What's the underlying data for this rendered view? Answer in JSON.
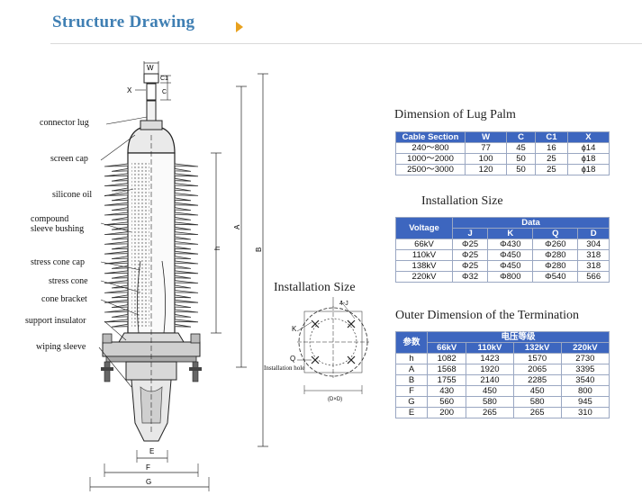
{
  "header": {
    "title": "Structure Drawing"
  },
  "drawing": {
    "labels": [
      "connector lug",
      "screen cap",
      "silicone oil",
      "compound",
      "sleeve bushing",
      "stress cone cap",
      "stress cone",
      "cone bracket",
      "support insulator",
      "wiping sleeve"
    ],
    "dims": {
      "W": "W",
      "C1": "C1",
      "C": "C",
      "X": "X",
      "h": "h",
      "A": "A",
      "B": "B",
      "E": "E",
      "F": "F",
      "G": "G"
    }
  },
  "installation_drawing": {
    "title": "Installation Size",
    "labels": {
      "fourJ": "4-J",
      "K": "K",
      "Q": "Q",
      "hole": "Installation hole",
      "dxd": "(D×D)"
    }
  },
  "lug_palm": {
    "title": "Dimension of Lug Palm",
    "headers": [
      "Cable Section",
      "W",
      "C",
      "C1",
      "X"
    ],
    "rows": [
      [
        "240～800",
        "77",
        "45",
        "16",
        "ɸ14"
      ],
      [
        "1000～2000",
        "100",
        "50",
        "25",
        "ɸ18"
      ],
      [
        "2500～3000",
        "120",
        "50",
        "25",
        "ɸ18"
      ]
    ]
  },
  "installation_size": {
    "title": "Installation Size",
    "voltage_label": "Voltage",
    "data_label": "Data",
    "headers": [
      "J",
      "K",
      "Q",
      "D"
    ],
    "rows": [
      [
        "66kV",
        "Φ25",
        "Φ430",
        "Φ260",
        "304"
      ],
      [
        "110kV",
        "Φ25",
        "Φ450",
        "Φ280",
        "318"
      ],
      [
        "138kV",
        "Φ25",
        "Φ450",
        "Φ280",
        "318"
      ],
      [
        "220kV",
        "Φ32",
        "Φ800",
        "Φ540",
        "566"
      ]
    ]
  },
  "outer_dimension": {
    "title": "Outer Dimension of the Termination",
    "param_label": "参数",
    "level_label": "电压等级",
    "headers": [
      "66kV",
      "110kV",
      "132kV",
      "220kV"
    ],
    "rows": [
      [
        "h",
        "1082",
        "1423",
        "1570",
        "2730"
      ],
      [
        "A",
        "1568",
        "1920",
        "2065",
        "3395"
      ],
      [
        "B",
        "1755",
        "2140",
        "2285",
        "3540"
      ],
      [
        "F",
        "430",
        "450",
        "450",
        "800"
      ],
      [
        "G",
        "560",
        "580",
        "580",
        "945"
      ],
      [
        "E",
        "200",
        "265",
        "265",
        "310"
      ]
    ]
  }
}
